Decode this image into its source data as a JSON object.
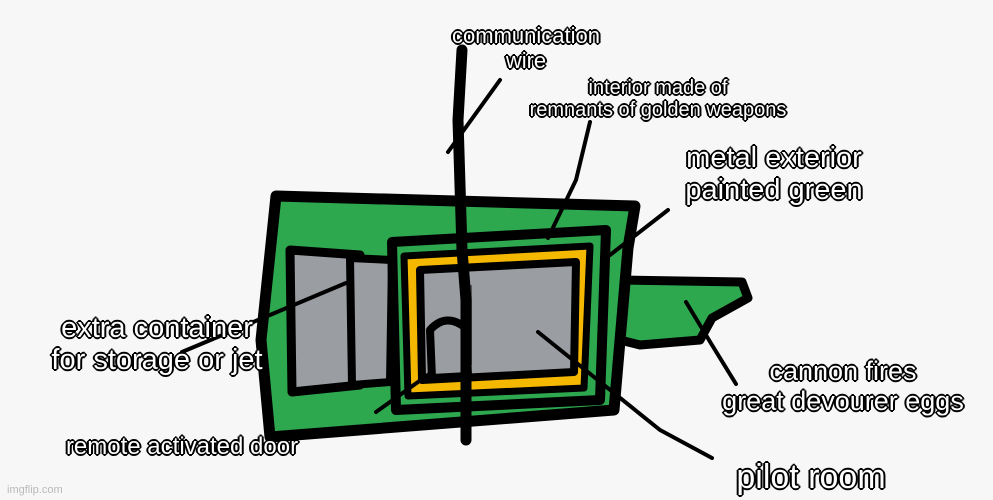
{
  "labels": {
    "communication_wire": [
      "communication",
      "wire"
    ],
    "interior": [
      "interior made of",
      "remnants of golden weapons"
    ],
    "exterior": [
      "metal exterior",
      "painted green"
    ],
    "container": [
      "extra container",
      "for storage or jet"
    ],
    "cannon": [
      "cannon fires",
      "great devourer eggs"
    ],
    "door": [
      "remote activated door"
    ],
    "pilot": [
      "pilot room"
    ]
  },
  "watermark": "imgflip.com",
  "colors": {
    "body_green": "#2ea84e",
    "gold": "#f5b800",
    "gray": "#9a9ea3",
    "outline": "#000000"
  }
}
